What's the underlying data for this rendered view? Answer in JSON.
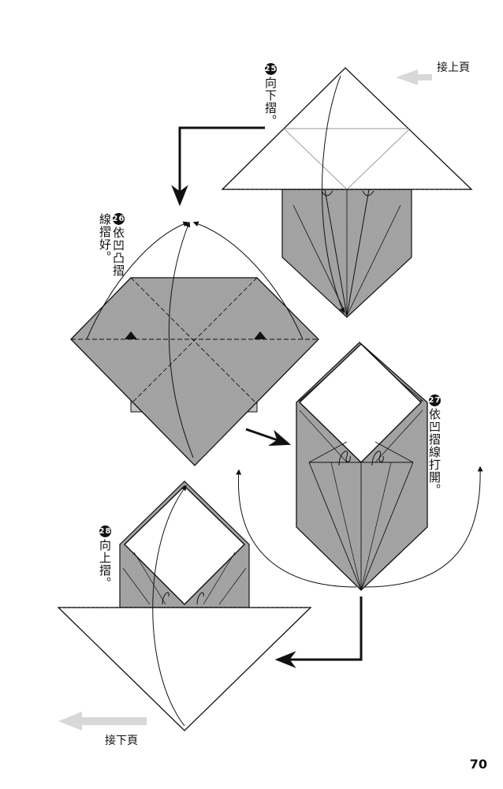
{
  "nav": {
    "prev_label": "接上頁",
    "next_label": "接下頁"
  },
  "steps": [
    {
      "number": "25",
      "instruction": "向下摺。"
    },
    {
      "number": "26",
      "instruction": "依凹凸摺線摺好。"
    },
    {
      "number": "27",
      "instruction": "依凹摺線打開。"
    },
    {
      "number": "28",
      "instruction": "向上摺。"
    }
  ],
  "page_number": "70",
  "colors": {
    "paper_shaded": "#a9a9a9",
    "paper_white": "#ffffff",
    "line": "#111111",
    "nav_arrow": "#d8d8d8"
  }
}
